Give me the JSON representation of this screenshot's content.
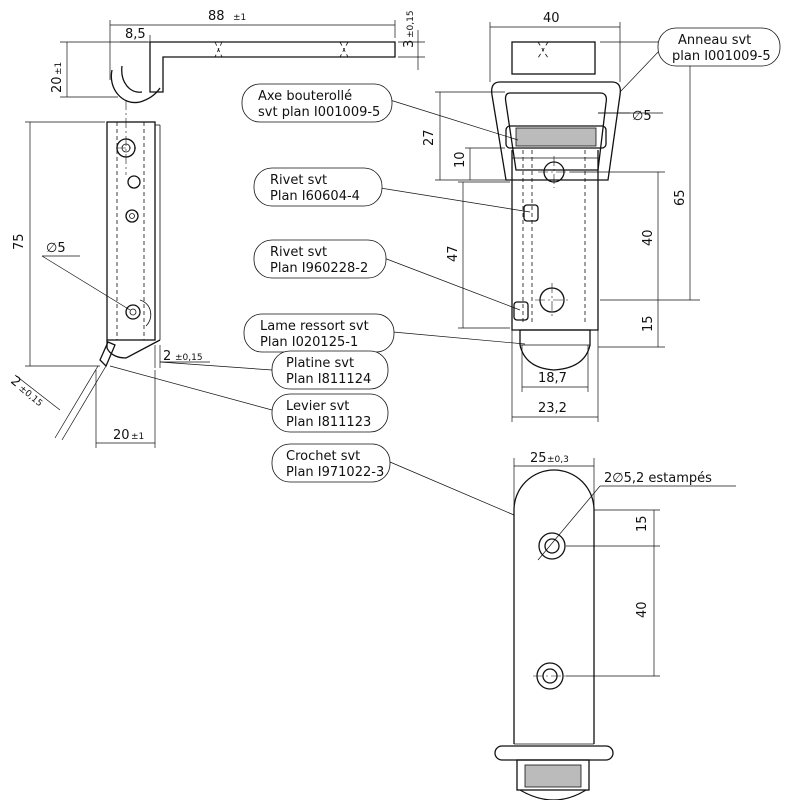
{
  "dimensions": {
    "width_88": "88",
    "tol_88": "±1",
    "offset_8_5": "8,5",
    "thickness_3": "3",
    "tol_3": "±0,15",
    "height_20": "20",
    "tol_20_left": "±1",
    "height_75": "75",
    "diameter_5_left": "∅5",
    "gap_2": "2",
    "tol_2": "±0,15",
    "angle_2": "2",
    "tol_angle_2": "±0,15",
    "base_20": "20",
    "tol_base_20": "±1",
    "width_40": "40",
    "height_27": "27",
    "height_10": "10",
    "height_65": "65",
    "height_40_front": "40",
    "height_47": "47",
    "height_15_front": "15",
    "diameter_5_front": "∅5",
    "width_18_7": "18,7",
    "width_23_2": "23,2",
    "width_25": "25",
    "tol_25": "±0,3",
    "holes_note": "2∅5,2 estampés",
    "hook_15": "15",
    "hook_40": "40"
  },
  "callouts": [
    {
      "line1": "Anneau svt",
      "line2": "plan I001009-5"
    },
    {
      "line1": "Axe bouterollé",
      "line2": "svt plan I001009-5"
    },
    {
      "line1": "Rivet svt",
      "line2": "Plan I60604-4"
    },
    {
      "line1": "Rivet svt",
      "line2": "Plan I960228-2"
    },
    {
      "line1": "Lame ressort svt",
      "line2": "Plan I020125-1"
    },
    {
      "line1": "Platine svt",
      "line2": "Plan I811124"
    },
    {
      "line1": "Levier svt",
      "line2": "Plan I811123"
    },
    {
      "line1": "Crochet svt",
      "line2": "Plan I971022-3"
    }
  ]
}
